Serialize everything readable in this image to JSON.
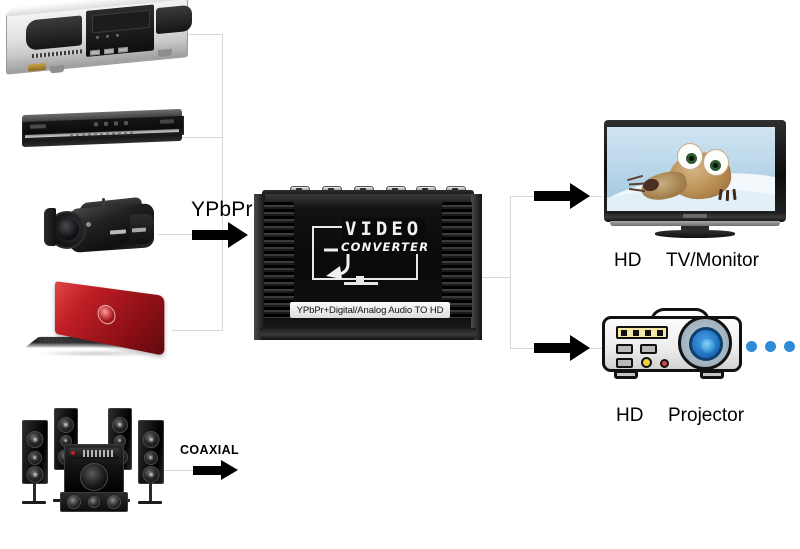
{
  "diagram": {
    "title": "Video converter connection diagram",
    "background_color": "#ffffff",
    "line_color": "#d8d8d8",
    "arrow_color": "#000000"
  },
  "sources": [
    {
      "id": "desktop-pc",
      "icon": "desktop-computer-icon"
    },
    {
      "id": "dvd-player",
      "icon": "dvd-player-icon"
    },
    {
      "id": "camcorder",
      "icon": "camcorder-icon"
    },
    {
      "id": "laptop",
      "icon": "laptop-icon"
    },
    {
      "id": "home-theater-speakers",
      "icon": "speaker-system-icon"
    }
  ],
  "input_labels": {
    "video": "YPbPr",
    "audio": "COAXIAL"
  },
  "converter": {
    "logo_line1": "VIDEO",
    "logo_line2": "CONVERTER",
    "label": "YPbPr+Digital/Analog Audio TO HD",
    "port_count": 6,
    "shell_color": "#0a0a0a"
  },
  "outputs": [
    {
      "id": "tv",
      "quality": "HD",
      "name": "TV/Monitor",
      "icon": "flat-screen-tv-icon"
    },
    {
      "id": "projector",
      "quality": "HD",
      "name": "Projector",
      "icon": "projector-icon",
      "beam_dot_color": "#2e8bd8",
      "beam_dot_count": 3
    }
  ]
}
